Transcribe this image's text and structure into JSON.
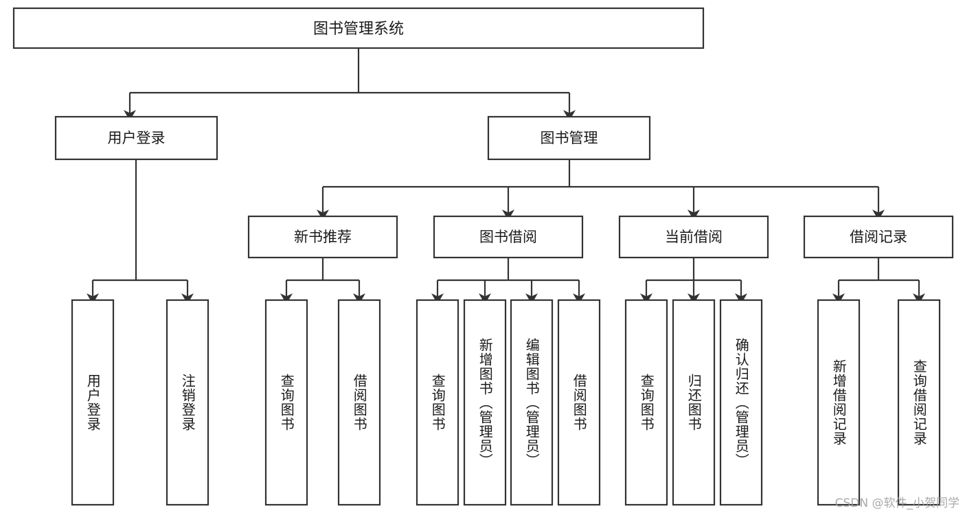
{
  "diagram": {
    "title": "图书管理系统",
    "type": "tree-hierarchy-diagram",
    "orientation": "top-down",
    "colors": {
      "box_stroke": "#333333",
      "box_fill": "#ffffff",
      "text": "#1a1a1a",
      "canvas": "#ffffff",
      "watermark": "#9b9b9b"
    },
    "root": {
      "label": "图书管理系统"
    },
    "level2": [
      {
        "label": "用户登录"
      },
      {
        "label": "图书管理"
      }
    ],
    "level3": [
      {
        "label": "新书推荐"
      },
      {
        "label": "图书借阅"
      },
      {
        "label": "当前借阅"
      },
      {
        "label": "借阅记录"
      }
    ],
    "leaves": {
      "user_login": [
        {
          "label": "用户登录"
        },
        {
          "label": "注销登录"
        }
      ],
      "new_book_recommend": [
        {
          "label": "查询图书"
        },
        {
          "label": "借阅图书"
        }
      ],
      "book_borrow": [
        {
          "label": "查询图书"
        },
        {
          "label": "新增图书（管理员）"
        },
        {
          "label": "编辑图书（管理员）"
        },
        {
          "label": "借阅图书"
        }
      ],
      "current_borrow": [
        {
          "label": "查询图书"
        },
        {
          "label": "归还图书"
        },
        {
          "label": "确认归还（管理员）"
        }
      ],
      "borrow_record": [
        {
          "label": "新增借阅记录"
        },
        {
          "label": "查询借阅记录"
        }
      ]
    }
  },
  "watermark": {
    "text": "CSDN @软件_小贺同学"
  }
}
